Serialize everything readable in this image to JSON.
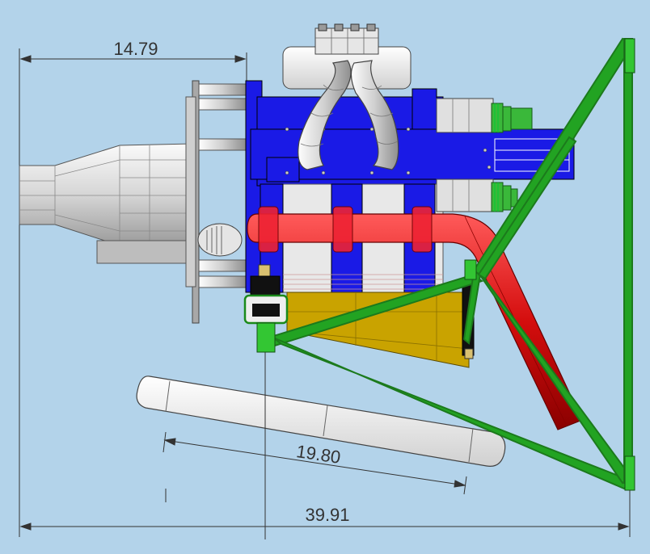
{
  "viewport": {
    "background": "#b3d3ea"
  },
  "colors": {
    "frame_green": "#22a322",
    "intake_red": "#dd1111",
    "engine_blue": "#1a1ae6",
    "oilpan_gold": "#c9a300",
    "part_grey": "#d9d9d9",
    "line_dark": "#333333"
  },
  "dimensions": {
    "top": "14.79",
    "middle": "19.80",
    "bottom": "39.91"
  }
}
